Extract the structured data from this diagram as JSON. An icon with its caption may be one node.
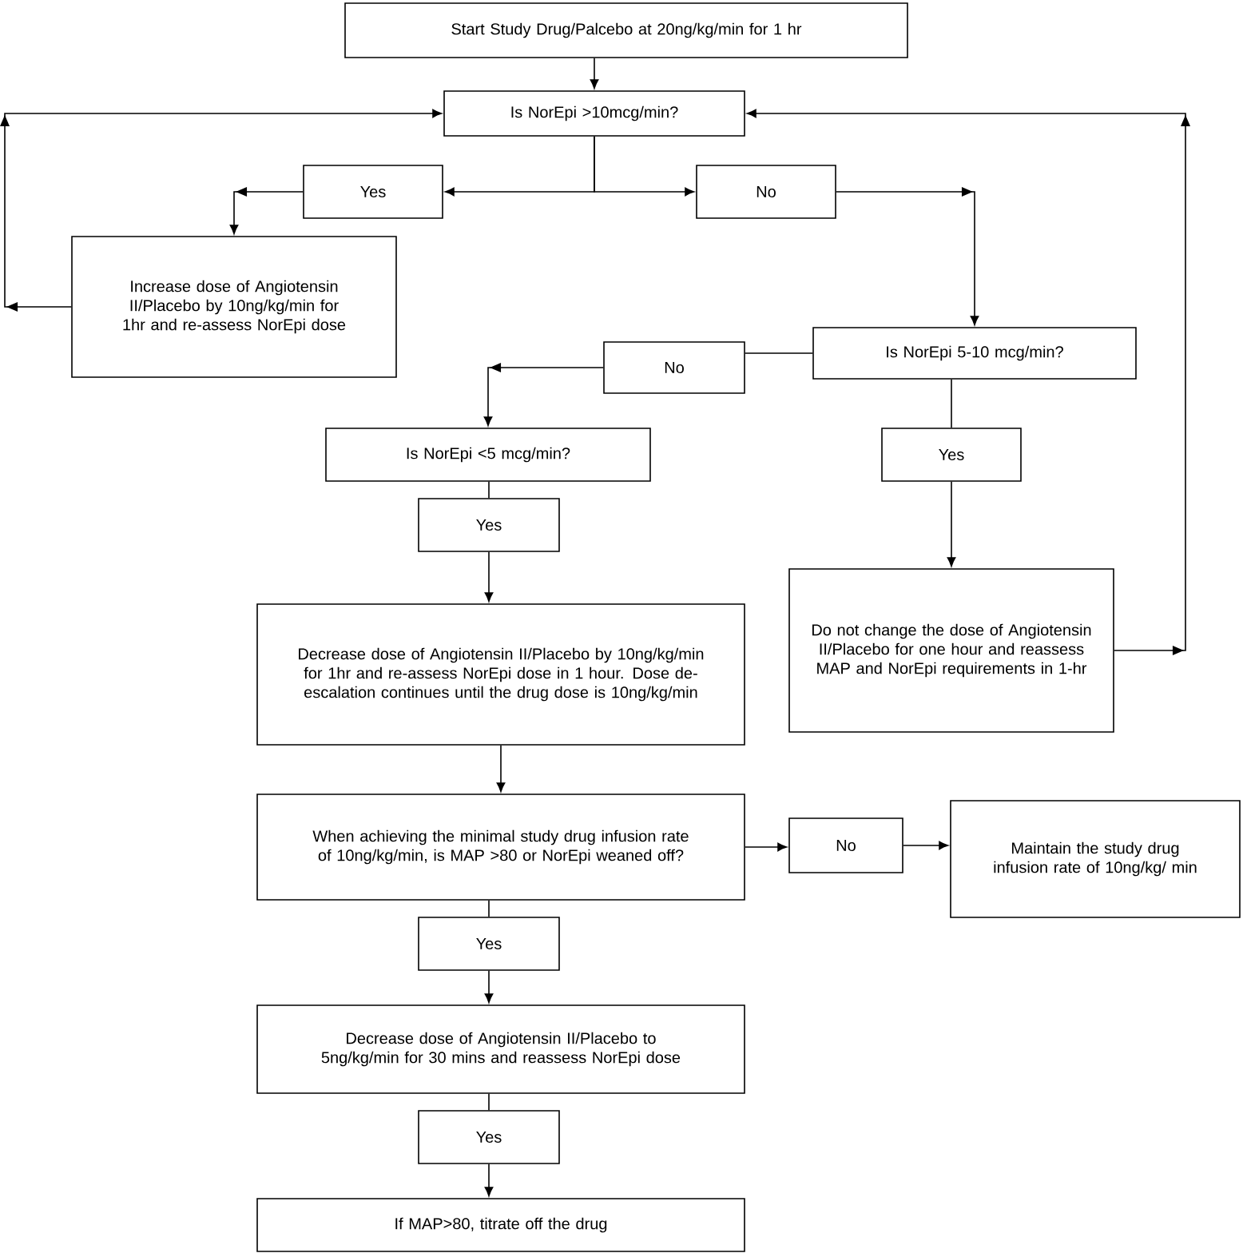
{
  "diagram": {
    "nodes": [
      {
        "text": [
          "Start Study Drug/Palcebo at 20ng/kg/min for 1 hr"
        ]
      },
      {
        "text": [
          "Is NorEpi >10mcg/min?"
        ]
      },
      {
        "text": [
          "Yes"
        ]
      },
      {
        "text": [
          "No"
        ]
      },
      {
        "text": [
          "Increase dose of Angiotensin II/Placebo by 10ng/kg/min for 1hr and re-assess NorEpi dose"
        ]
      },
      {
        "text": [
          "Is NorEpi 5-10 mcg/min?"
        ]
      },
      {
        "text": [
          "No"
        ]
      },
      {
        "text": [
          "Is NorEpi <5 mcg/min?"
        ]
      },
      {
        "text": [
          "Yes"
        ]
      },
      {
        "text": [
          "Yes"
        ]
      },
      {
        "text": [
          "Do not change the dose of Angiotensin II/Placebo for one hour and reassess MAP and NorEpi requirements in 1-hr"
        ]
      },
      {
        "text": [
          "Decrease dose of Angiotensin II/Placebo by 10ng/kg/min for 1hr and re-assess NorEpi dose in 1 hour. Dose de-escalation continues until the drug dose is 10ng/kg/min"
        ]
      },
      {
        "text": [
          "When achieving the minimal study drug infusion rate of 10ng/kg/min, is MAP >80 or NorEpi weaned off?"
        ]
      },
      {
        "text": [
          "No"
        ]
      },
      {
        "text": [
          "Maintain the study drug infusion rate of 10ng/kg/ min"
        ]
      },
      {
        "text": [
          "Yes"
        ]
      },
      {
        "text": [
          "Decrease dose of Angiotensin II/Placebo to 5ng/kg/min for 30 mins and reassess NorEpi dose"
        ]
      },
      {
        "text": [
          "Yes"
        ]
      },
      {
        "text": [
          "If MAP>80, titrate off the drug"
        ]
      }
    ],
    "edges": [
      {
        "from": 0,
        "to": 1,
        "arrow": "to"
      },
      {
        "from": 1,
        "to": 2,
        "arrow": "to"
      },
      {
        "from": 1,
        "to": 3,
        "arrow": "to"
      },
      {
        "from": 2,
        "to": 4,
        "arrow": "to"
      },
      {
        "from": 3,
        "to": 5,
        "arrow": "to"
      },
      {
        "from": 4,
        "to": 1,
        "arrow": "to"
      },
      {
        "from": 5,
        "to": 6,
        "arrow": "none"
      },
      {
        "from": 6,
        "to": 7,
        "arrow": "to"
      },
      {
        "from": 5,
        "to": 8,
        "arrow": "none"
      },
      {
        "from": 8,
        "to": 10,
        "arrow": "to"
      },
      {
        "from": 10,
        "to": 1,
        "arrow": "to"
      },
      {
        "from": 7,
        "to": 9,
        "arrow": "none"
      },
      {
        "from": 9,
        "to": 11,
        "arrow": "to"
      },
      {
        "from": 11,
        "to": 12,
        "arrow": "to"
      },
      {
        "from": 12,
        "to": 13,
        "arrow": "to"
      },
      {
        "from": 13,
        "to": 14,
        "arrow": "to"
      },
      {
        "from": 12,
        "to": 15,
        "arrow": "none"
      },
      {
        "from": 15,
        "to": 16,
        "arrow": "to"
      },
      {
        "from": 16,
        "to": 17,
        "arrow": "none"
      },
      {
        "from": 17,
        "to": 18,
        "arrow": "to"
      }
    ]
  }
}
